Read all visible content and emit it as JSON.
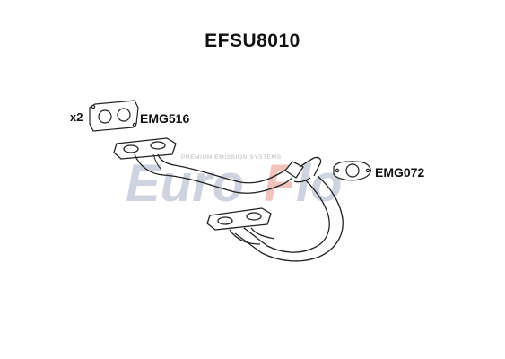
{
  "part_number": "EFSU8010",
  "watermark": {
    "brand": "EuroFlo",
    "tagline": "PREMIUM EMISSION SYSTEMS"
  },
  "components": [
    {
      "code": "EMG516",
      "quantity": "x2"
    },
    {
      "code": "EMG072"
    }
  ],
  "colors": {
    "watermark_primary": "#cfd3df",
    "watermark_accent": "#f0c3bd",
    "line": "#222222"
  }
}
